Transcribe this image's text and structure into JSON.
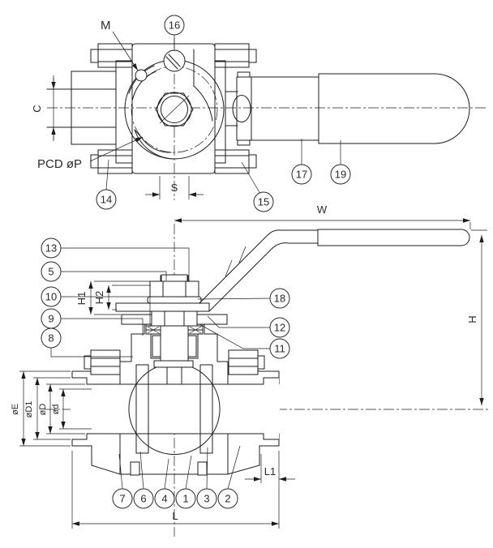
{
  "drawing": {
    "title": "3-piece ball valve assembly drawing (top view and sectional front view)",
    "colors": {
      "line": "#1c1c1c",
      "background": "#ffffff"
    },
    "balloons": {
      "b1": "1",
      "b2": "2",
      "b3": "3",
      "b4": "4",
      "b5": "5",
      "b6": "6",
      "b7": "7",
      "b8": "8",
      "b9": "9",
      "b10": "10",
      "b11": "11",
      "b12": "12",
      "b13": "13",
      "b14": "14",
      "b15": "15",
      "b16": "16",
      "b17": "17",
      "b18": "18",
      "b19": "19"
    },
    "dims": {
      "W": "W",
      "H": "H",
      "H1": "H1",
      "H2": "H2",
      "L": "L",
      "L1": "L1",
      "S": "S",
      "C": "C",
      "M": "M",
      "PCD": "PCD  øP",
      "dE": "øE",
      "dD1": "øD1",
      "dD": "øD",
      "dd": "ød"
    }
  }
}
